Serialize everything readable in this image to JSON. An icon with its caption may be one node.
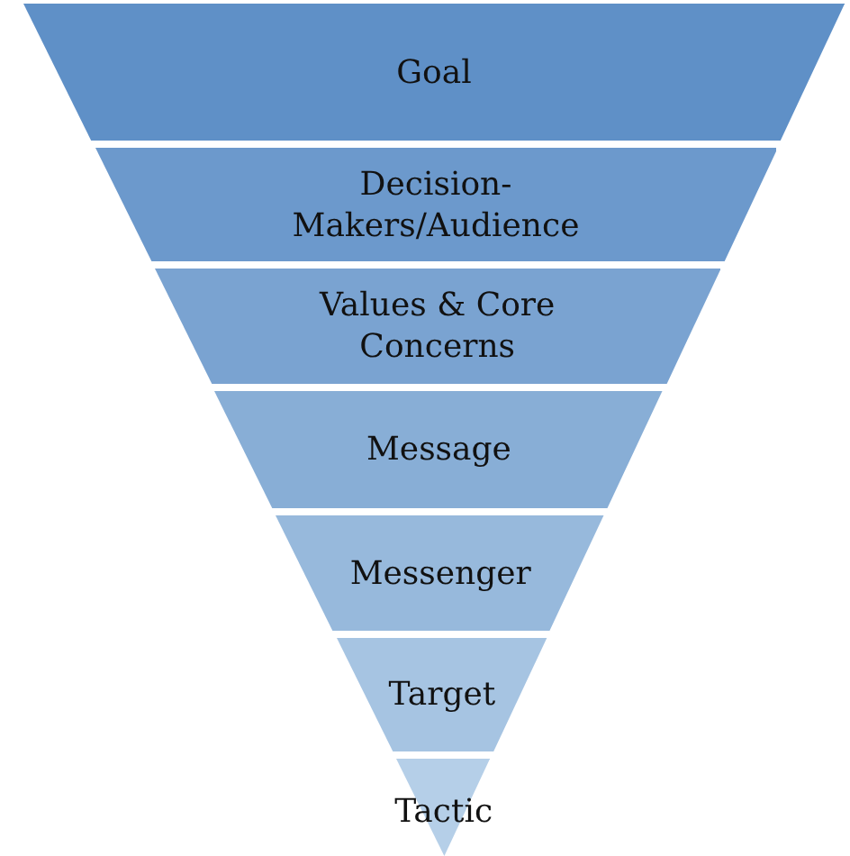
{
  "diagram": {
    "nodes": [
      {
        "text": [
          "Goal"
        ]
      },
      {
        "text": [
          "Decision-Makers/Audience"
        ]
      },
      {
        "text": [
          "Values & Core Concerns"
        ]
      },
      {
        "text": [
          "Message"
        ]
      },
      {
        "text": [
          "Messenger"
        ]
      },
      {
        "text": [
          "Target"
        ]
      },
      {
        "text": [
          "Tactic"
        ]
      }
    ]
  }
}
